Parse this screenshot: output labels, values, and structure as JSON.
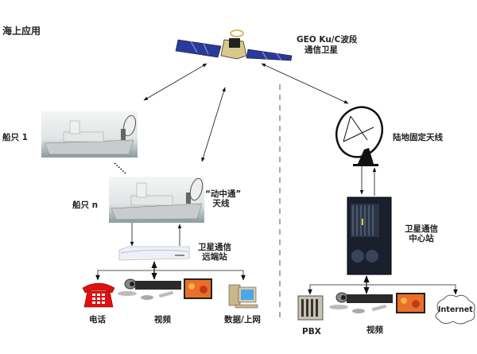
{
  "title": "海上应用",
  "satellite": {
    "line1": "GEO Ku/C波段",
    "line2": "通信卫星"
  },
  "land_antenna": "陆地固定天线",
  "ship1": "船只 1",
  "shipn": "船只 n",
  "mobile_antenna": {
    "line1": "“动中通”",
    "line2": "天线"
  },
  "remote_station": {
    "line1": "卫星通信",
    "line2": "远端站"
  },
  "hub_station": {
    "line1": "卫星通信",
    "line2": "中心站"
  },
  "remote_devices": [
    "电话",
    "视频",
    "数据/上网"
  ],
  "hub_devices": [
    "PBX",
    "视频"
  ],
  "internet": "Internet",
  "colors": {
    "phone": "#e01010",
    "panel": "#2a3a9a",
    "server": "#1a1f2e",
    "screen": "#e8702a"
  }
}
